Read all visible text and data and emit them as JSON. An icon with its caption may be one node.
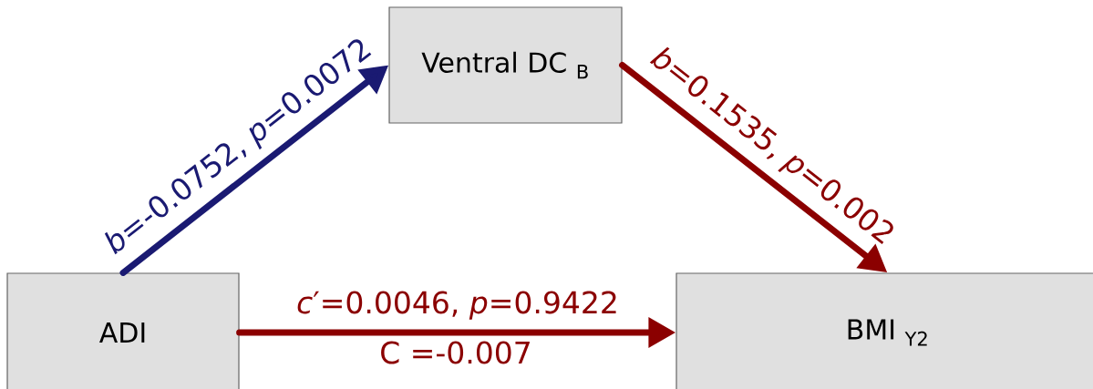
{
  "diagram": {
    "nodes": [
      {
        "text": [
          "ADI"
        ]
      },
      {
        "text": [
          "Ventral DC $_{B}$"
        ]
      },
      {
        "text": [
          "BMI $_{Y2}$"
        ]
      }
    ],
    "edges": [
      {
        "from": 0,
        "to": 1,
        "arrow": "to",
        "label": "*b*=-0.0752,  *p*=0.0072",
        "color": "#1a1a72"
      },
      {
        "from": 1,
        "to": 2,
        "arrow": "to",
        "label": "*b*=0.1535,  *p*=0.002",
        "color": "#8b0000"
      },
      {
        "from": 0,
        "to": 2,
        "arrow": "to",
        "label": "*c*′=0.0046,  *p*=0.9422",
        "color": "#8b0000"
      }
    ],
    "labels": [
      "C =-0.007"
    ]
  }
}
